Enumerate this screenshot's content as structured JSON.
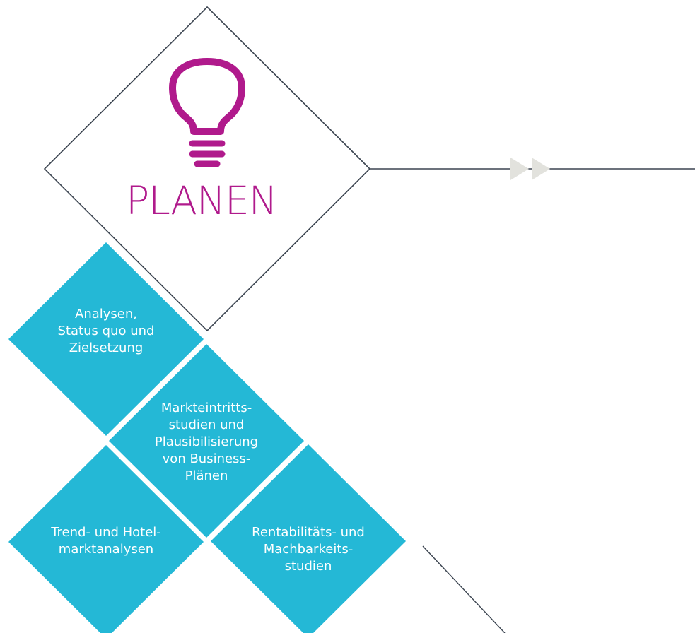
{
  "diagram": {
    "title": "PLANEN",
    "title_icon": "lightbulb-icon",
    "connector_icon": "double-chevron-right-icon",
    "colors": {
      "accent": "#b01a8c",
      "tile": "#24b8d6",
      "line": "#3b4450",
      "chevron": "#e2e2dd",
      "tile_text": "#ffffff"
    },
    "tiles": [
      {
        "label": "Analysen,\nStatus quo und\nZielsetzung"
      },
      {
        "label": "Markteintritts-\nstudien und\nPlausibilisierung\nvon Business-\nPlänen"
      },
      {
        "label": "Trend- und Hotel-\nmarktanalysen"
      },
      {
        "label": "Rentabilitäts- und\nMachbarkeits-\nstudien"
      }
    ]
  }
}
